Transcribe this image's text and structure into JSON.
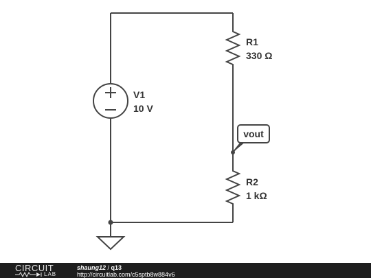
{
  "components": {
    "v1": {
      "name": "V1",
      "value": "10 V"
    },
    "r1": {
      "name": "R1",
      "value": "330 Ω"
    },
    "r2": {
      "name": "R2",
      "value": "1 kΩ"
    },
    "probe": {
      "label": "vout"
    }
  },
  "footer": {
    "logo_top": "CIRCUIT",
    "logo_bottom": "LAB",
    "author": "shaung12",
    "separator": " / ",
    "title": "q13",
    "url": "http://circuitlab.com/c5sptb8w884v6"
  },
  "colors": {
    "wire": "#444444",
    "footer_bg": "#1e1e1e",
    "text": "#333333"
  }
}
